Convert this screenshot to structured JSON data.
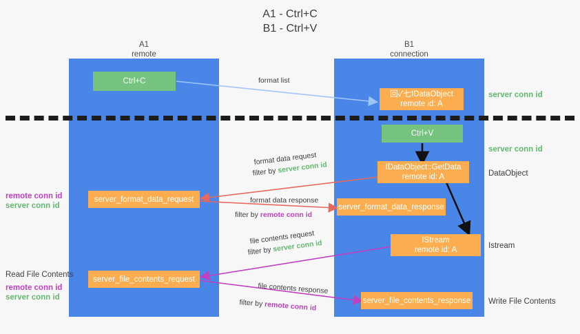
{
  "title": "A1 - Ctrl+C\nB1 - Ctrl+V",
  "lanes": [
    {
      "name": "a1",
      "header": "A1\nremote"
    },
    {
      "name": "b1",
      "header": "B1\nconnection"
    }
  ],
  "nodes": {
    "ctrl_c": "Ctrl+C",
    "idataobject": "回✓七IDataObject\nremote id: A",
    "ctrl_v": "Ctrl+V",
    "getdata": "IDataObject::GetData\nremote id: A",
    "format_data_request": "server_format_data_request",
    "format_data_response": "server_format_data_response",
    "istream": "IStream\nremote id: A",
    "file_contents_request": "server_file_contents_request",
    "file_contents_response": "server_file_contents_response"
  },
  "side_labels": {
    "server_conn_id_top": "server conn id",
    "server_conn_id_mid": "server conn id",
    "dataobject": "DataObject",
    "istream": "Istream",
    "write_file_contents": "Write File Contents",
    "read_file_contents": "Read File Contents"
  },
  "left_labels": {
    "format_remote": "remote conn id",
    "format_server": "server conn id",
    "file_remote": "remote conn id",
    "file_server": "server conn id"
  },
  "edges": [
    {
      "name": "format-list",
      "label": "format list",
      "filter_prefix": "",
      "filter_value": ""
    },
    {
      "name": "format-data-request",
      "label": "format data request",
      "filter_prefix": "filter by ",
      "filter_value": "server conn id"
    },
    {
      "name": "format-data-response",
      "label": "format data response",
      "filter_prefix": "filter by ",
      "filter_value": "remote conn id"
    },
    {
      "name": "file-contents-request",
      "label": "file contents request",
      "filter_prefix": "filter by ",
      "filter_value": "server conn id"
    },
    {
      "name": "file-contents-response",
      "label": "file contents response",
      "filter_prefix": "filter by ",
      "filter_value": "remote conn id"
    }
  ],
  "colors": {
    "lane": "#4a86e8",
    "green_node": "#76c37f",
    "orange_node": "#fcad4f",
    "server_conn": "#62b96f",
    "remote_conn": "#c13fc1",
    "arrow_blue": "#9fc5f8",
    "arrow_red": "#e8685d",
    "arrow_magenta": "#c13fc1",
    "arrow_black": "#111111",
    "background": "#f7f7f7"
  }
}
